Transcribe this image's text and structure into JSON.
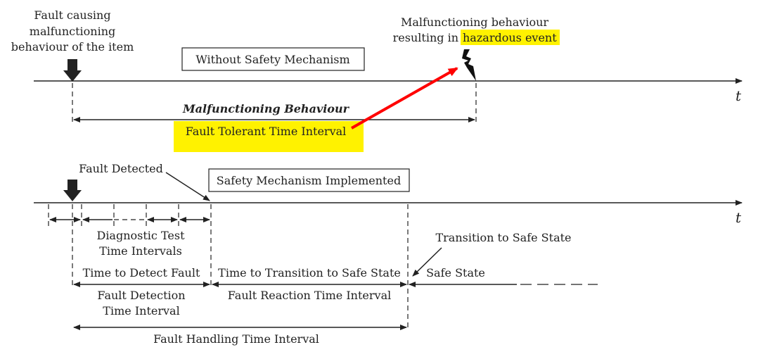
{
  "colors": {
    "highlight": "#fff200",
    "accent_arrow": "#ff0000",
    "ink": "#222222"
  },
  "icons": {
    "fault_marker": "down-arrow-icon",
    "hazard_marker": "lightning-bolt-icon"
  },
  "top": {
    "fault_label": [
      "Fault causing",
      "malfunctioning",
      "behaviour of the item"
    ],
    "box_label": "Without Safety Mechanism",
    "hazard_label_line1": "Malfunctioning behaviour",
    "hazard_label_prefix": "resulting in",
    "hazard_label_highlight": "hazardous event",
    "axis_label": "t",
    "malfunction_label": "Malfunctioning Behaviour",
    "ftti_label": "Fault Tolerant Time Interval"
  },
  "bottom": {
    "fault_detected_label": "Fault Detected",
    "box_label": "Safety Mechanism Implemented",
    "axis_label": "t",
    "diagnostic_label": [
      "Diagnostic Test",
      "Time Intervals"
    ],
    "transition_label": "Transition to Safe State",
    "time_to_detect": "Time to Detect Fault",
    "time_to_transition": "Time to Transition to Safe State",
    "safe_state": "Safe State",
    "fdti_label": [
      "Fault Detection",
      "Time Interval"
    ],
    "frti_label": "Fault Reaction Time Interval",
    "fhti_label": "Fault Handling Time Interval"
  }
}
